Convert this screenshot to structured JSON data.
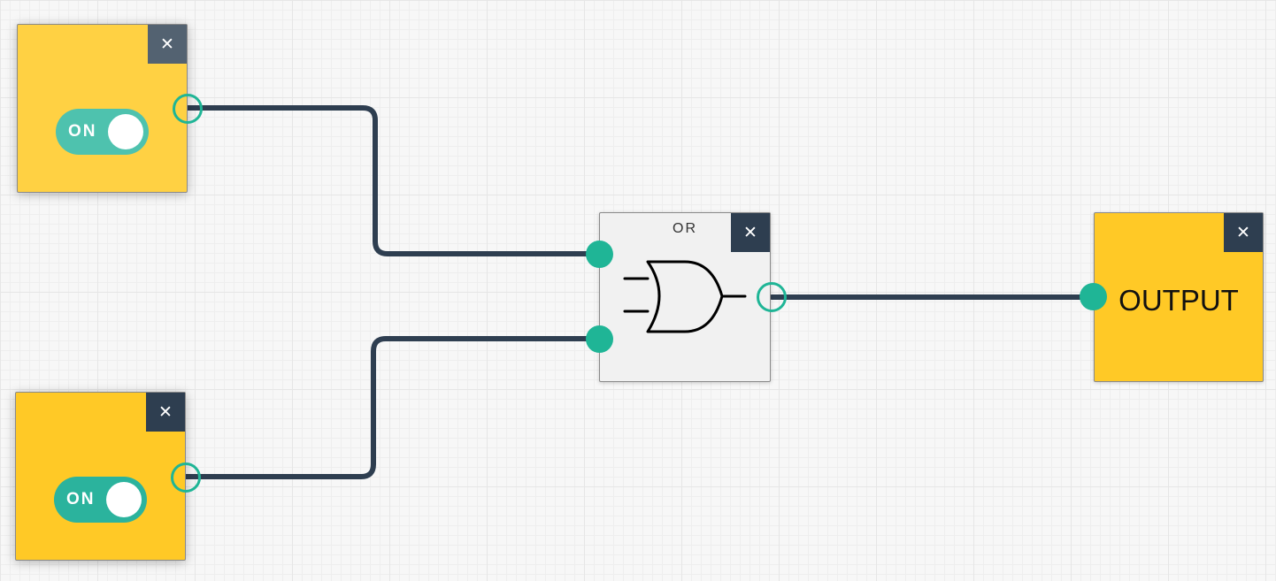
{
  "nodes": {
    "input_top": {
      "toggle_label": "ON",
      "close_symbol": "✕",
      "state": "on"
    },
    "input_bottom": {
      "toggle_label": "ON",
      "close_symbol": "✕",
      "state": "on"
    },
    "or_gate": {
      "title": "OR",
      "close_symbol": "✕",
      "symbol_icon": "or-gate-icon"
    },
    "output": {
      "label": "OUTPUT",
      "close_symbol": "✕"
    }
  },
  "colors": {
    "node_yellow": "#ffc926",
    "close_button": "#2e3e50",
    "toggle_teal": "#2bb39d",
    "port_teal": "#1fb596",
    "wire": "#2e3e50",
    "gate_background": "#f1f1f1"
  },
  "connections": [
    {
      "from": "input_top",
      "to": "or_gate"
    },
    {
      "from": "input_bottom",
      "to": "or_gate"
    },
    {
      "from": "or_gate",
      "to": "output"
    }
  ]
}
